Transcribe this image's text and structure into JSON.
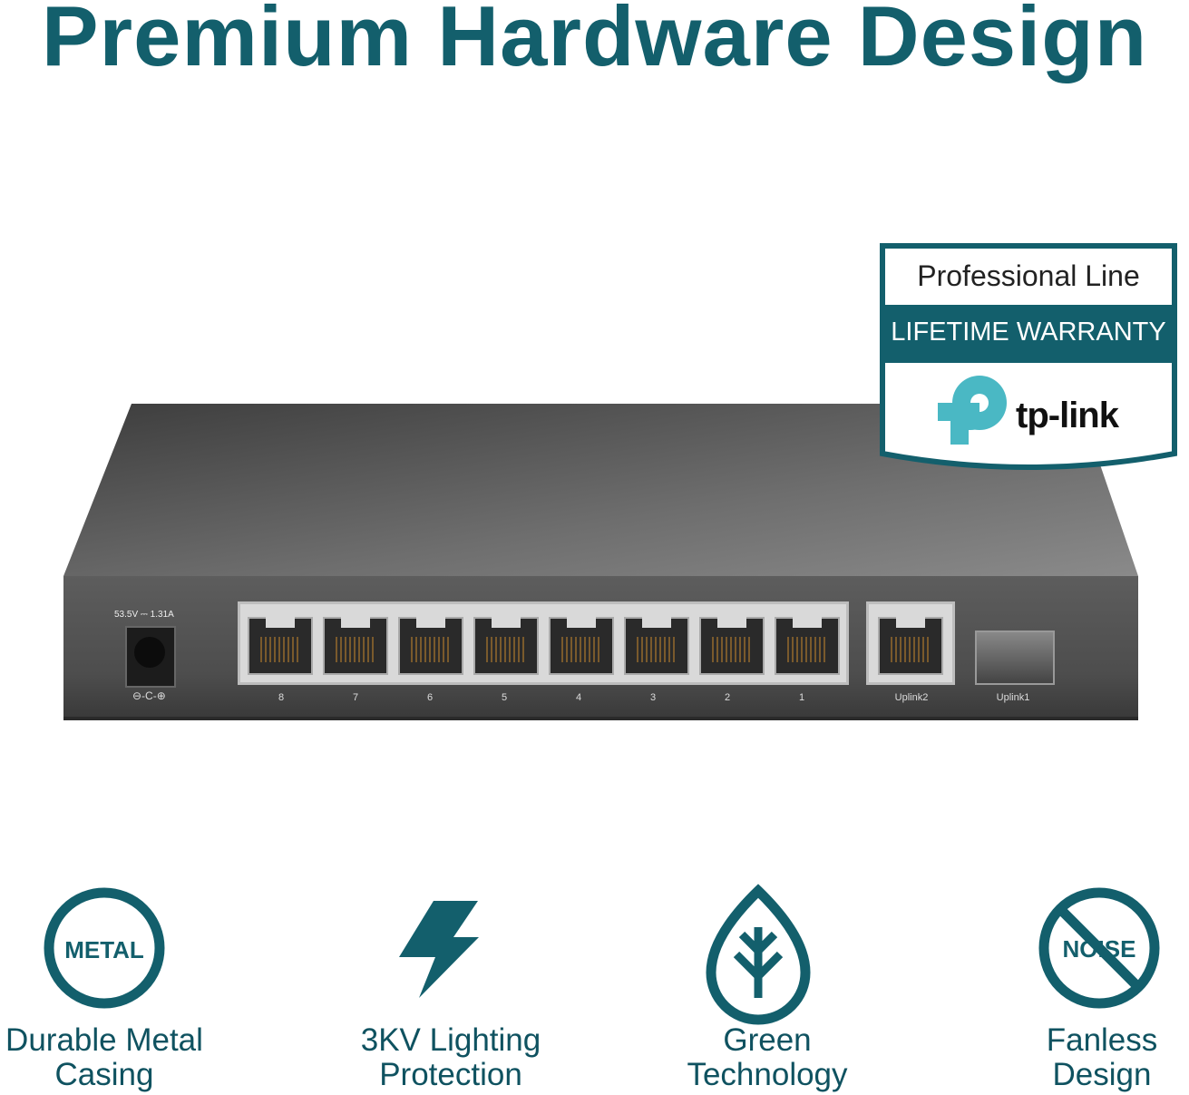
{
  "title": "Premium Hardware Design",
  "badge": {
    "line1": "Professional Line",
    "line2": "LIFETIME WARRANTY",
    "brand": "tp-link"
  },
  "device": {
    "power_rating": "53.5V ⎓ 1.31A",
    "polarity": "⊖-C-⊕",
    "ports": [
      "8",
      "7",
      "6",
      "5",
      "4",
      "3",
      "2",
      "1"
    ],
    "uplink2": "Uplink2",
    "uplink1": "Uplink1"
  },
  "features": [
    {
      "icon": "metal-icon",
      "icon_text": "METAL",
      "line1": "Durable Metal",
      "line2": "Casing"
    },
    {
      "icon": "lightning-icon",
      "line1": "3KV Lighting",
      "line2": "Protection"
    },
    {
      "icon": "leaf-icon",
      "line1": "Green",
      "line2": "Technology"
    },
    {
      "icon": "no-noise-icon",
      "icon_text": "NOISE",
      "line1": "Fanless",
      "line2": "Design"
    }
  ],
  "colors": {
    "teal": "#135f6c",
    "logo": "#4ab8c4"
  }
}
